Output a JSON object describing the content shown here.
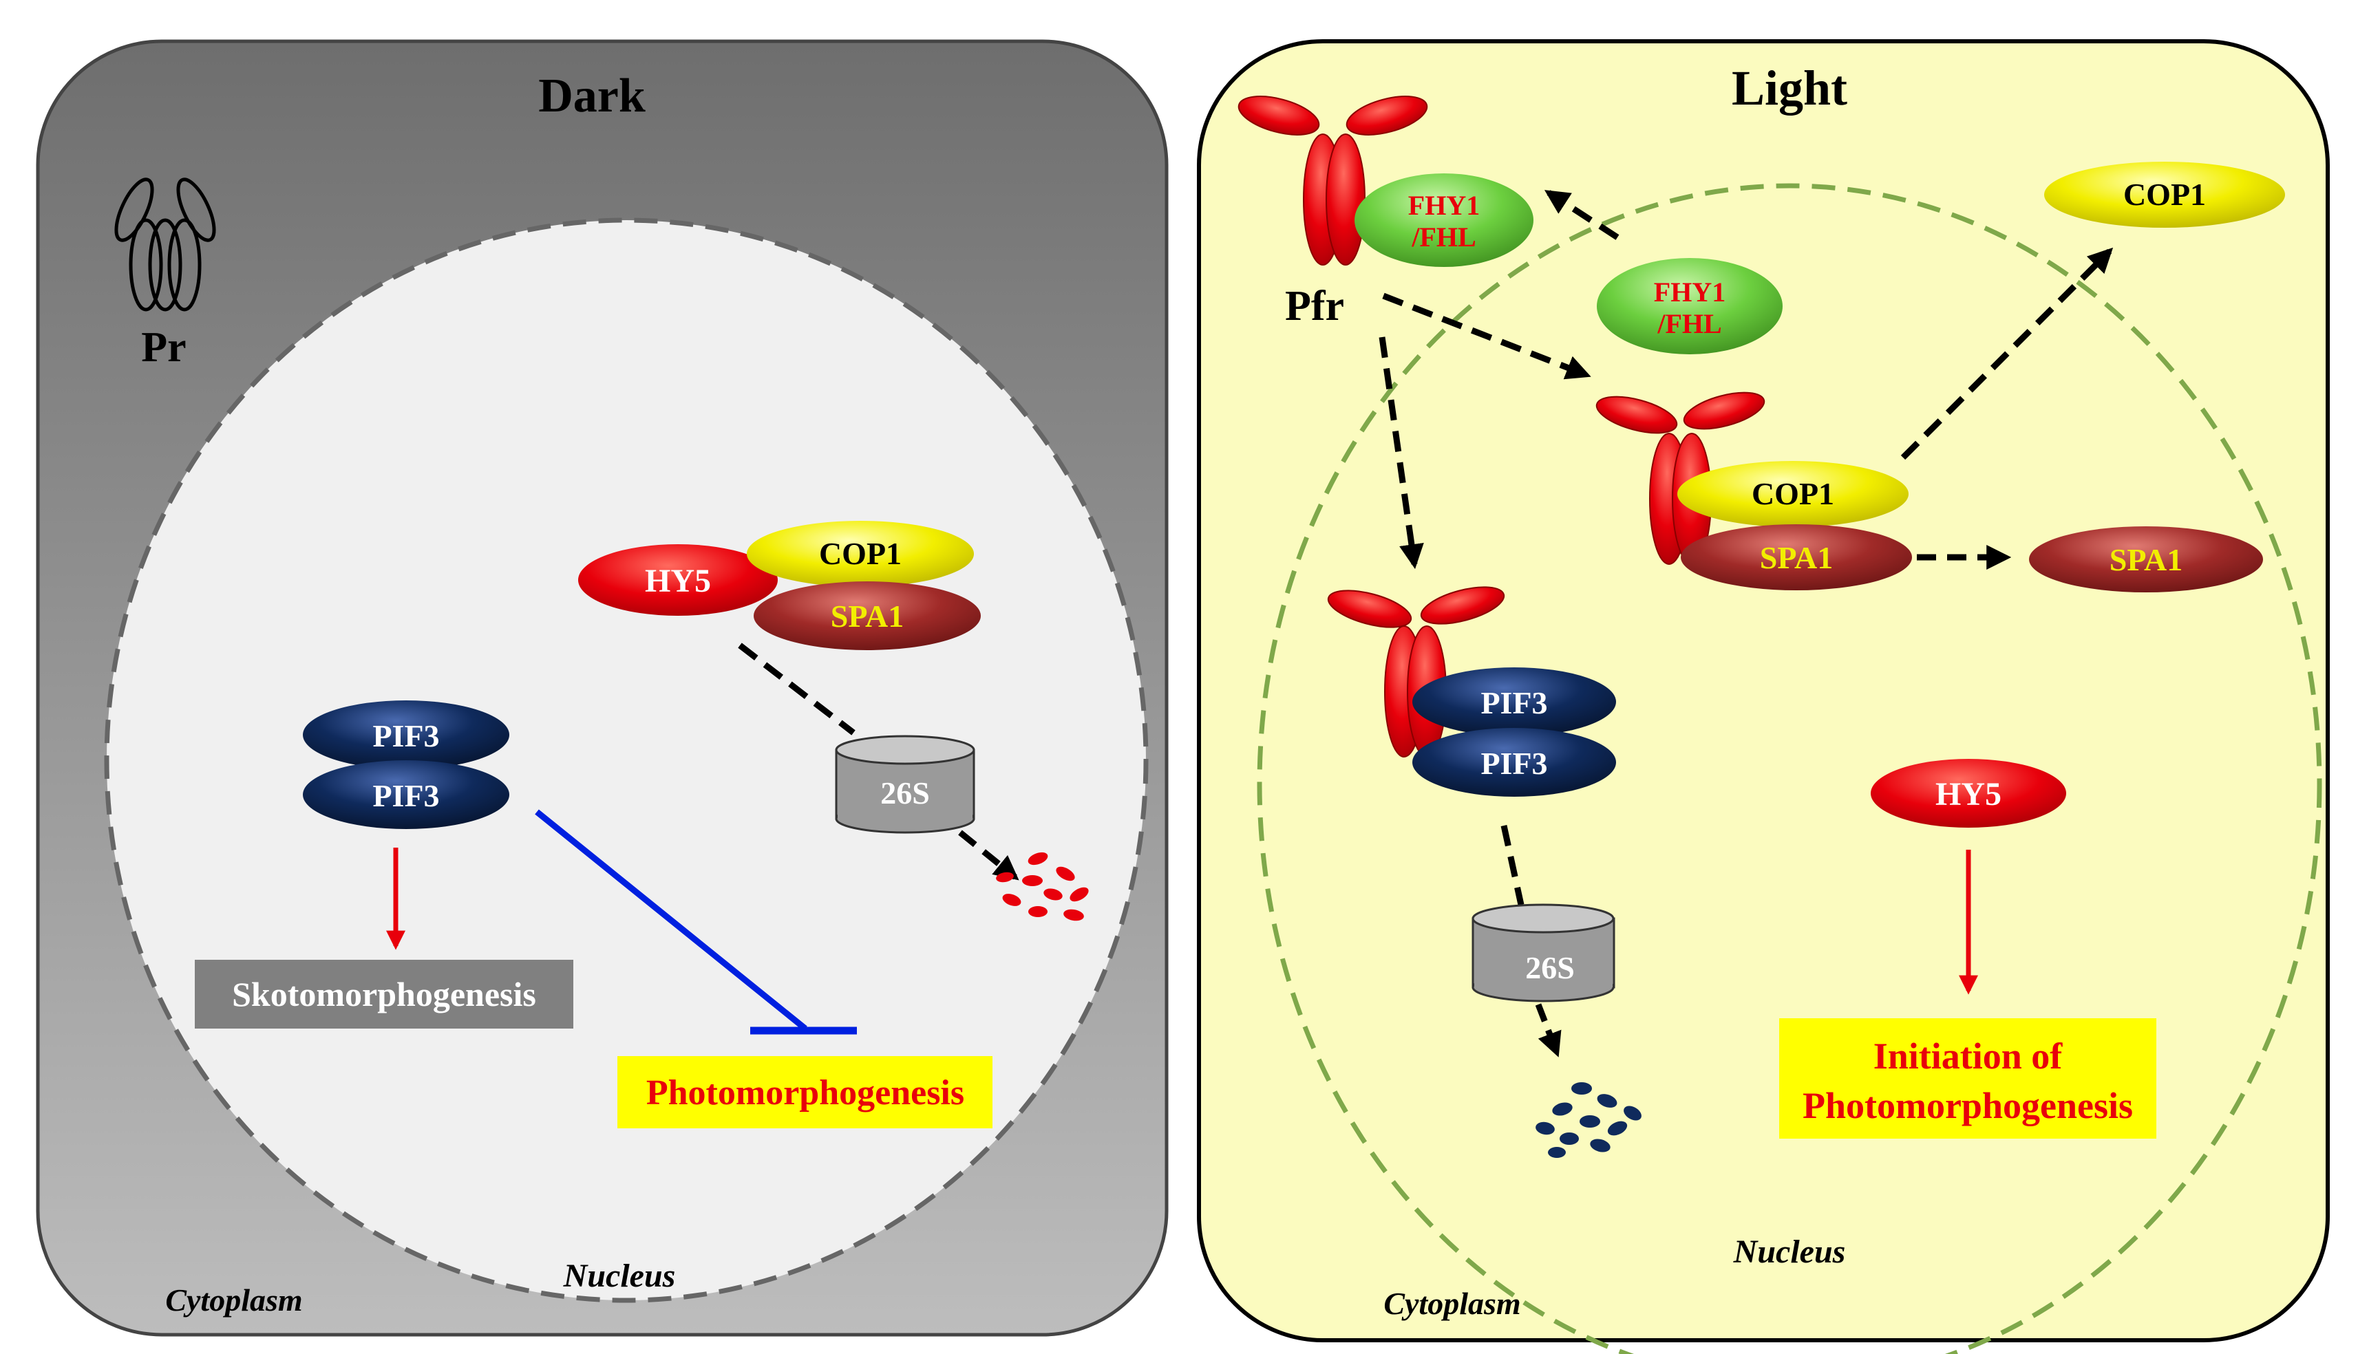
{
  "dark": {
    "title": "Dark",
    "pr_label": "Pr",
    "nucleus_label": "Nucleus",
    "cytoplasm_label": "Cytoplasm",
    "hy5": "HY5",
    "cop1": "COP1",
    "spa1": "SPA1",
    "pif3_top": "PIF3",
    "pif3_bottom": "PIF3",
    "proteasome": "26S",
    "skoto": "Skotomorphogenesis",
    "photo": "Photomorphogenesis"
  },
  "light": {
    "title": "Light",
    "pfr_label": "Pfr",
    "fhy1_a_line1": "FHY1",
    "fhy1_a_line2": "/FHL",
    "fhy1_b_line1": "FHY1",
    "fhy1_b_line2": "/FHL",
    "cop1_free": "COP1",
    "cop1_bound": "COP1",
    "spa1_bound": "SPA1",
    "spa1_free": "SPA1",
    "pif3_top": "PIF3",
    "pif3_bottom": "PIF3",
    "proteasome": "26S",
    "hy5": "HY5",
    "initiation_line1": "Initiation of",
    "initiation_line2": "Photomorphogenesis",
    "nucleus_label": "Nucleus",
    "cytoplasm_label": "Cytoplasm"
  },
  "colors": {
    "red_protein": "#e8000b",
    "yellow_protein": "#f2ee00",
    "spa1_brown": "#a02a28",
    "pif3_navy": "#0f2a5c",
    "fhy1_green": "#6ccf3f",
    "inhibition_blue": "#0020e0",
    "light_panel_bg": "#fbfbbf",
    "photo_box_bg": "#ffff00",
    "skoto_box_bg": "#808080"
  }
}
